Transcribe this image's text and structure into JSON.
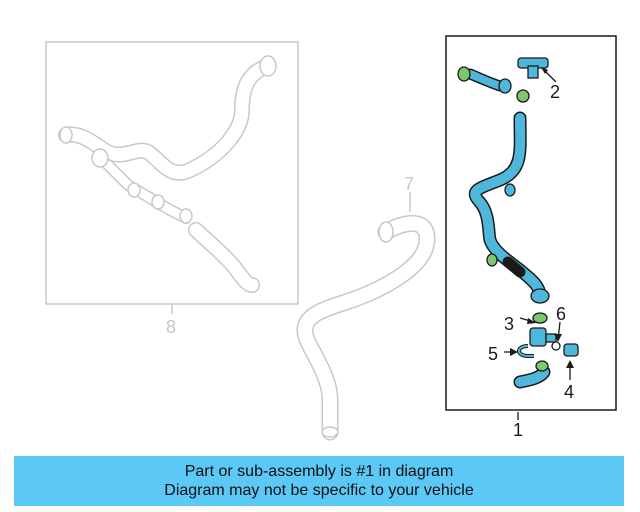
{
  "callouts": {
    "c1": "1",
    "c2": "2",
    "c3": "3",
    "c4": "4",
    "c5": "5",
    "c6": "6",
    "c7": "7",
    "c8": "8"
  },
  "banner": {
    "line1": "Part or sub-assembly is #1 in diagram",
    "line2": "Diagram may not be specific to your vehicle"
  },
  "colors": {
    "highlight": "#4fb7dc",
    "outline": "#1a1a1a",
    "ghost": "#c8c8c8",
    "banner": "#5bc8f5"
  }
}
